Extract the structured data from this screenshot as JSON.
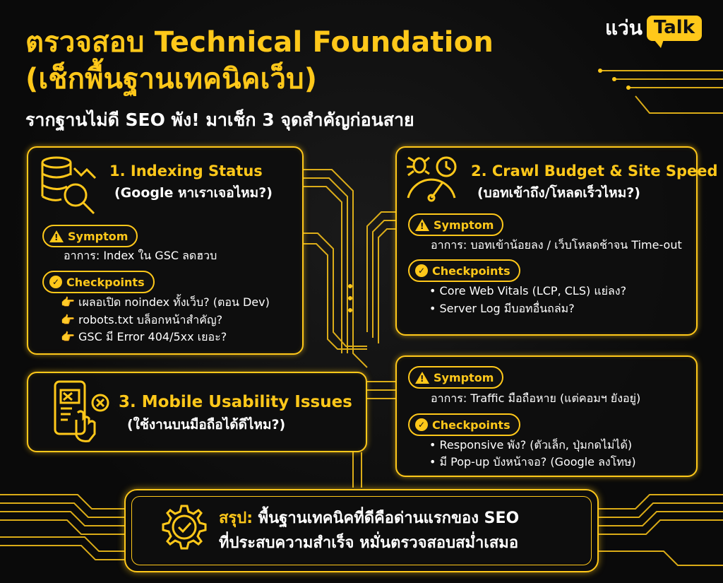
{
  "brand": {
    "part1": "แว่น",
    "part2": "Talk"
  },
  "title_line1": "ตรวจสอบ Technical Foundation",
  "title_line2": "(เช็กพื้นฐานเทคนิคเว็บ)",
  "subtitle": "รากฐานไม่ดี SEO พัง! มาเช็ก 3 จุดสำคัญก่อนสาย",
  "card1": {
    "title": "1. Indexing Status",
    "sub": "(Google หาเราเจอไหม?)",
    "symptom_label": "Symptom",
    "symptom_text": "อาการ: Index ใน GSC ลดฮวบ",
    "checkpoints_label": "Checkpoints",
    "items": [
      "👉 เผลอเปิด noindex ทั้งเว็บ? (ตอน Dev)",
      "👉 robots.txt บล็อกหน้าสำคัญ?",
      "👉 GSC มี Error 404/5xx เยอะ?"
    ]
  },
  "card2": {
    "title": "2. Crawl Budget & Site Speed",
    "sub": "(บอทเข้าถึง/โหลดเร็วไหม?)",
    "symptom_label": "Symptom",
    "symptom_text": "อาการ: บอทเข้าน้อยลง / เว็บโหลดช้าจน Time-out",
    "checkpoints_label": "Checkpoints",
    "items": [
      "• Core Web Vitals (LCP, CLS) แย่ลง?",
      "• Server Log มีบอทอื่นถล่ม?"
    ]
  },
  "card3": {
    "title": "3. Mobile Usability Issues",
    "sub": "(ใช้งานบนมือถือได้ดีไหม?)"
  },
  "card4": {
    "symptom_label": "Symptom",
    "symptom_text": "อาการ: Traffic มือถือหาย (แต่คอมฯ ยังอยู่)",
    "checkpoints_label": "Checkpoints",
    "items": [
      "• Responsive พัง? (ตัวเล็ก, ปุ่มกดไม่ได้)",
      "• มี Pop-up บังหน้าจอ? (Google ลงโทษ)"
    ]
  },
  "summary": {
    "label": "สรุป:",
    "line1": " พื้นฐานเทคนิคที่ดีคือด่านแรกของ SEO",
    "line2": "ที่ประสบความสำเร็จ หมั่นตรวจสอบสม่ำเสมอ"
  },
  "colors": {
    "accent": "#ffc81a",
    "background": "#0b0b0b",
    "text": "#ffffff"
  }
}
